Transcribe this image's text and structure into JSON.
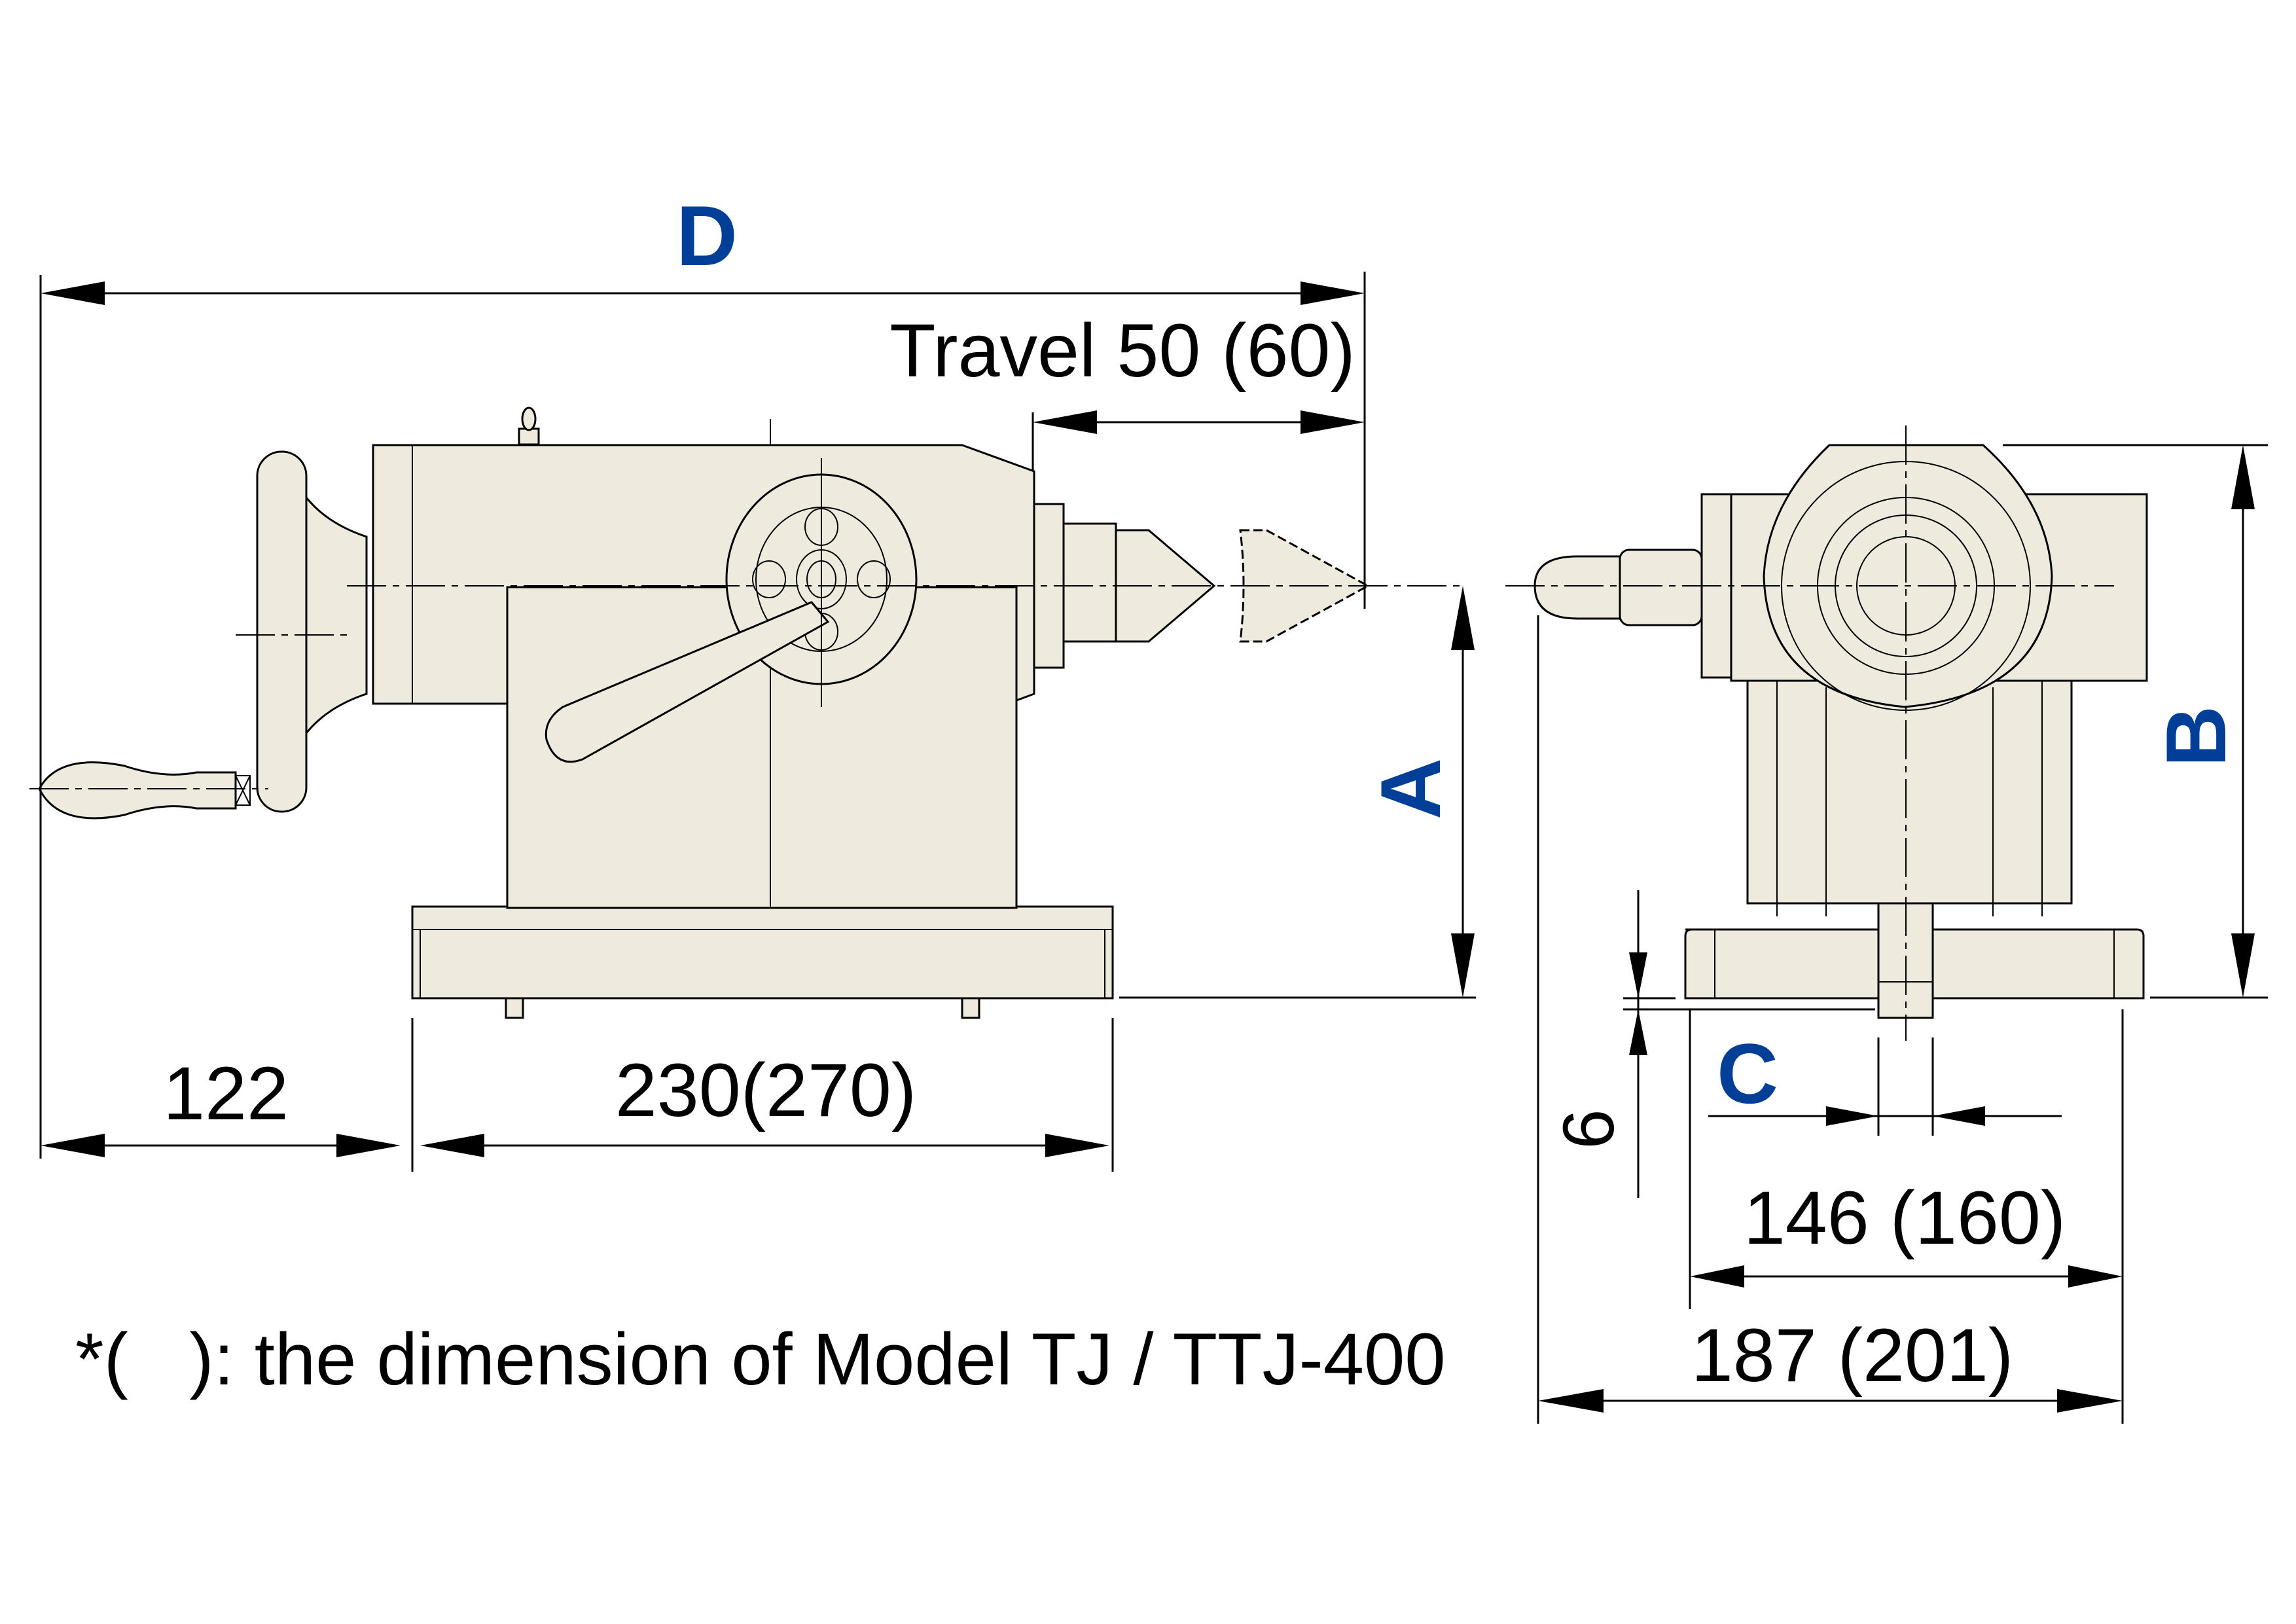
{
  "diagram": {
    "title": "Tailstock dimension drawing",
    "views": [
      "side-view",
      "front-view"
    ],
    "colors": {
      "body_fill": "#eeebde",
      "line": "#000000",
      "letter_labels": "#003f97"
    },
    "labels": {
      "D": "D",
      "A": "A",
      "B": "B",
      "C": "C",
      "travel": "Travel 50 (60)",
      "dim_122": "122",
      "dim_230": "230(270)",
      "dim_6": "6",
      "dim_146": "146 (160)",
      "dim_187": "187 (201)"
    },
    "note": "*(   ): the dimension of Model TJ / TTJ-400"
  }
}
